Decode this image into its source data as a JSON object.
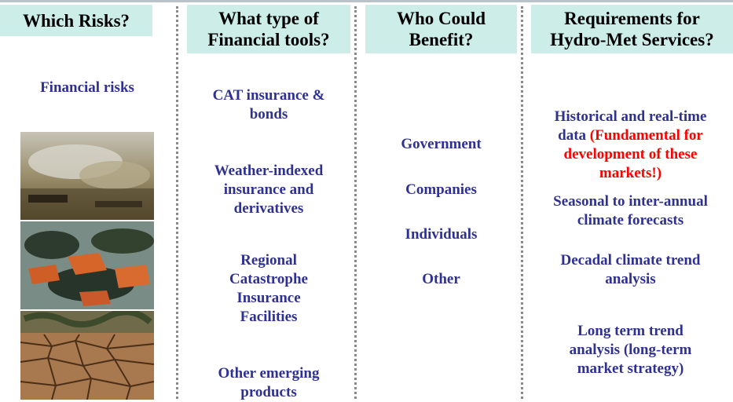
{
  "columns": [
    {
      "header": [
        "Which Risks?"
      ],
      "items": [
        "Financial risks"
      ]
    },
    {
      "header": [
        "What type of",
        "Financial tools?"
      ],
      "items": [
        [
          "CAT insurance &",
          "bonds"
        ],
        [
          "Weather-indexed",
          "insurance and",
          "derivatives"
        ],
        [
          "Regional",
          "Catastrophe",
          "Insurance",
          "Facilities"
        ],
        [
          "Other emerging",
          "products"
        ]
      ]
    },
    {
      "header": [
        "Who Could",
        "Benefit?"
      ],
      "items": [
        "Government",
        "Companies",
        "Individuals",
        "Other"
      ]
    },
    {
      "header": [
        "Requirements for",
        "Hydro-Met Services?"
      ],
      "items": {
        "historical": {
          "line1": "Historical and real-time",
          "line2_lead": "data ",
          "highlight": [
            "(Fundamental for",
            "development of these",
            "markets!)"
          ]
        },
        "seasonal": [
          "Seasonal to inter-annual",
          "climate forecasts"
        ],
        "decadal": [
          "Decadal climate trend",
          "analysis"
        ],
        "longterm": [
          "Long term trend",
          "analysis (long-term",
          "market strategy)"
        ]
      }
    }
  ],
  "colors": {
    "header_bg": "#cdeee8",
    "text_blue": "#2e3192",
    "highlight_red": "#ff0000",
    "divider": "#8a8a8a"
  }
}
